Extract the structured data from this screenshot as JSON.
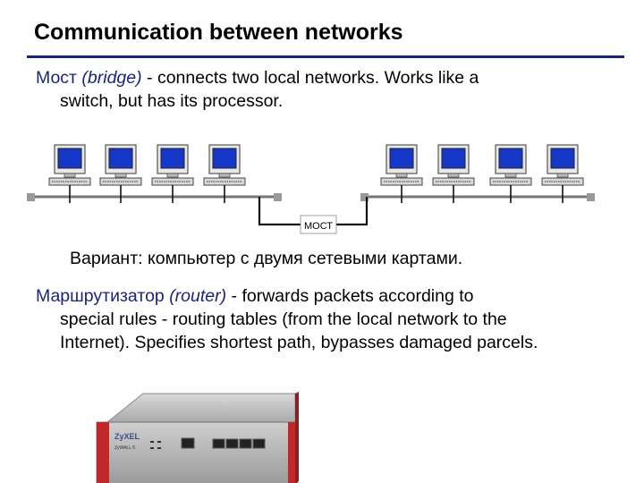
{
  "slide": {
    "title": "Communication between networks",
    "bridge": {
      "term_ru": "Мост",
      "term_en": "(bridge)",
      "text_line1": " - connects two local networks. Works like a",
      "text_line2": "switch, but has its processor."
    },
    "diagram": {
      "bridge_label": "МОСТ"
    },
    "variant": "Вариант: компьютер с двумя сетевыми картами.",
    "router": {
      "term_ru": "Маршрутизатор",
      "term_en": "(router)",
      "text_line1": " - forwards packets according to",
      "text_line2": "special rules - routing tables (from the local network to the",
      "text_line3": "Internet). Specifies shortest path, bypasses damaged parcels."
    },
    "device": {
      "brand": "ZyXEL",
      "model": "ZyWALL 5"
    }
  }
}
